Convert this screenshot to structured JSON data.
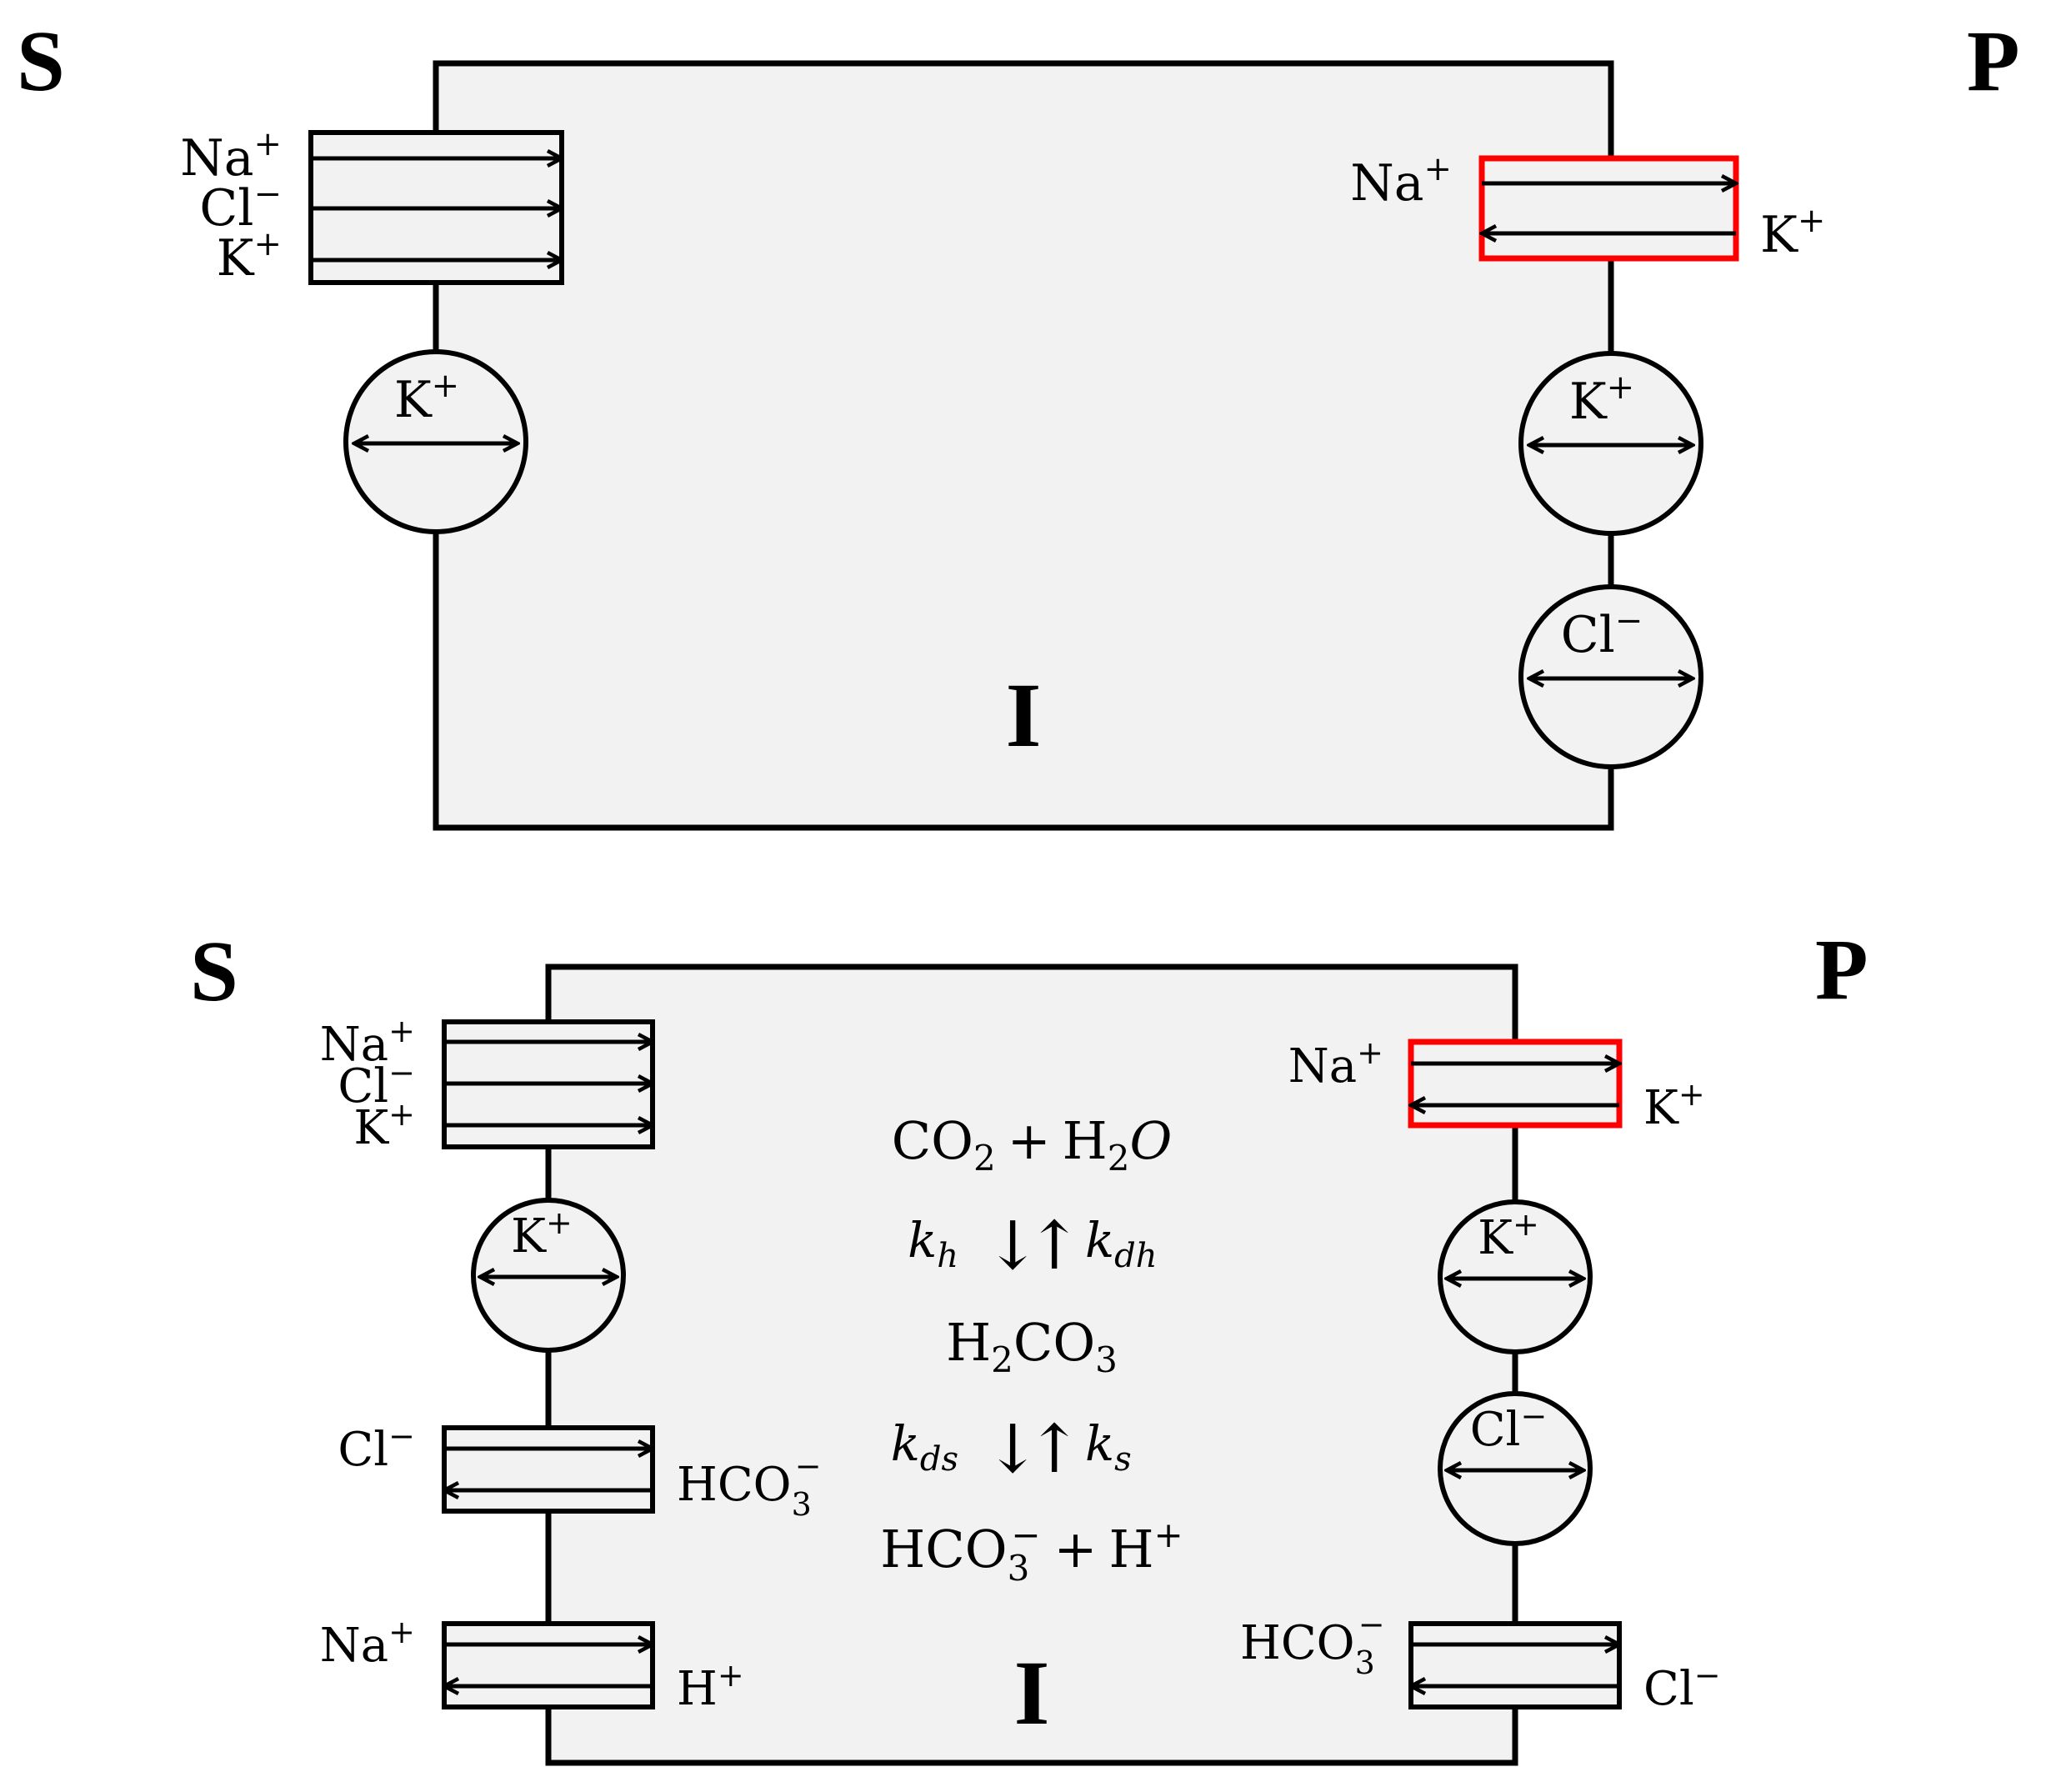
{
  "top_panel": {
    "left_side_letter": "S",
    "right_side_letter": "P",
    "cell_letter": "I",
    "left_cotransporter": {
      "ion1": "Na",
      "ion1_charge": "+",
      "ion2": "Cl",
      "ion2_charge": "−",
      "ion3": "K",
      "ion3_charge": "+"
    },
    "left_channel": {
      "ion": "K",
      "charge": "+"
    },
    "right_exchanger": {
      "in_ion": "Na",
      "in_charge": "+",
      "out_ion": "K",
      "out_charge": "+",
      "highlight_color": "#ff0000"
    },
    "right_channel_1": {
      "ion": "K",
      "charge": "+"
    },
    "right_channel_2": {
      "ion": "Cl",
      "charge": "−"
    }
  },
  "bottom_panel": {
    "left_side_letter": "S",
    "right_side_letter": "P",
    "cell_letter": "I",
    "left_cotransporter": {
      "ion1": "Na",
      "ion1_charge": "+",
      "ion2": "Cl",
      "ion2_charge": "−",
      "ion3": "K",
      "ion3_charge": "+"
    },
    "left_channel": {
      "ion": "K",
      "charge": "+"
    },
    "left_exchanger_1": {
      "in_ion": "Cl",
      "in_charge": "−",
      "out_ion": "HCO",
      "out_sub": "3",
      "out_charge": "−"
    },
    "left_exchanger_2": {
      "in_ion": "Na",
      "in_charge": "+",
      "out_ion": "H",
      "out_charge": "+"
    },
    "right_exchanger_1": {
      "in_ion": "Na",
      "in_charge": "+",
      "out_ion": "K",
      "out_charge": "+",
      "highlight_color": "#ff0000"
    },
    "right_channel_1": {
      "ion": "K",
      "charge": "+"
    },
    "right_channel_2": {
      "ion": "Cl",
      "charge": "−"
    },
    "right_exchanger_2": {
      "in_ion": "HCO",
      "in_sub": "3",
      "in_charge": "−",
      "out_ion": "Cl",
      "out_charge": "−"
    },
    "reactions": {
      "line1": {
        "a": "CO",
        "a_sub": "2",
        "plus": "+",
        "b": "H",
        "b_sub": "2",
        "c": "O"
      },
      "rate1": {
        "forward": "k",
        "forward_sub": "h",
        "reverse": "k",
        "reverse_sub": "dh",
        "down_arrow": "↓",
        "up_arrow": "↑"
      },
      "line2": {
        "a": "H",
        "a_sub": "2",
        "b": "CO",
        "b_sub": "3"
      },
      "rate2": {
        "forward": "k",
        "forward_sub": "ds",
        "reverse": "k",
        "reverse_sub": "s",
        "down_arrow": "↓",
        "up_arrow": "↑"
      },
      "line3": {
        "a": "HCO",
        "a_sub": "3",
        "a_charge": "−",
        "plus": "+",
        "b": "H",
        "b_charge": "+"
      }
    }
  },
  "colors": {
    "cell_fill": "#f2f2f2",
    "stroke": "#000000",
    "highlight": "#ff0000"
  }
}
